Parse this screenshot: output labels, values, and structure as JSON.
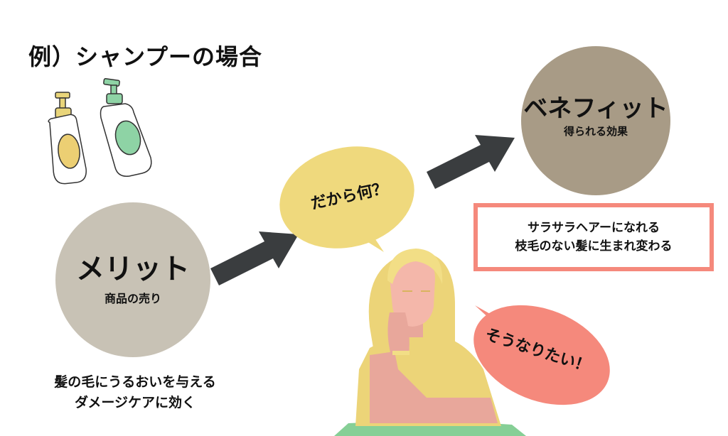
{
  "title": "例）シャンプーの場合",
  "merit": {
    "heading": "メリット",
    "sub": "商品の売り",
    "desc_lines": [
      "髪の毛にうるおいを与える",
      "ダメージケアに効く"
    ]
  },
  "benefit": {
    "heading": "ベネフィット",
    "sub": "得られる効果"
  },
  "bubbles": {
    "question": "だから何？",
    "wish": "そうなりたい！"
  },
  "result": {
    "lines": [
      "サラサラヘアーになれる",
      "枝毛のない髪に生まれ変わる"
    ]
  },
  "colors": {
    "merit_circle": "#c8c2b5",
    "benefit_circle": "#a89b86",
    "question_bubble": "#efd97d",
    "wish_bubble": "#f5897c",
    "arrow": "#3a3d3f",
    "box_border": "#f5897c"
  }
}
